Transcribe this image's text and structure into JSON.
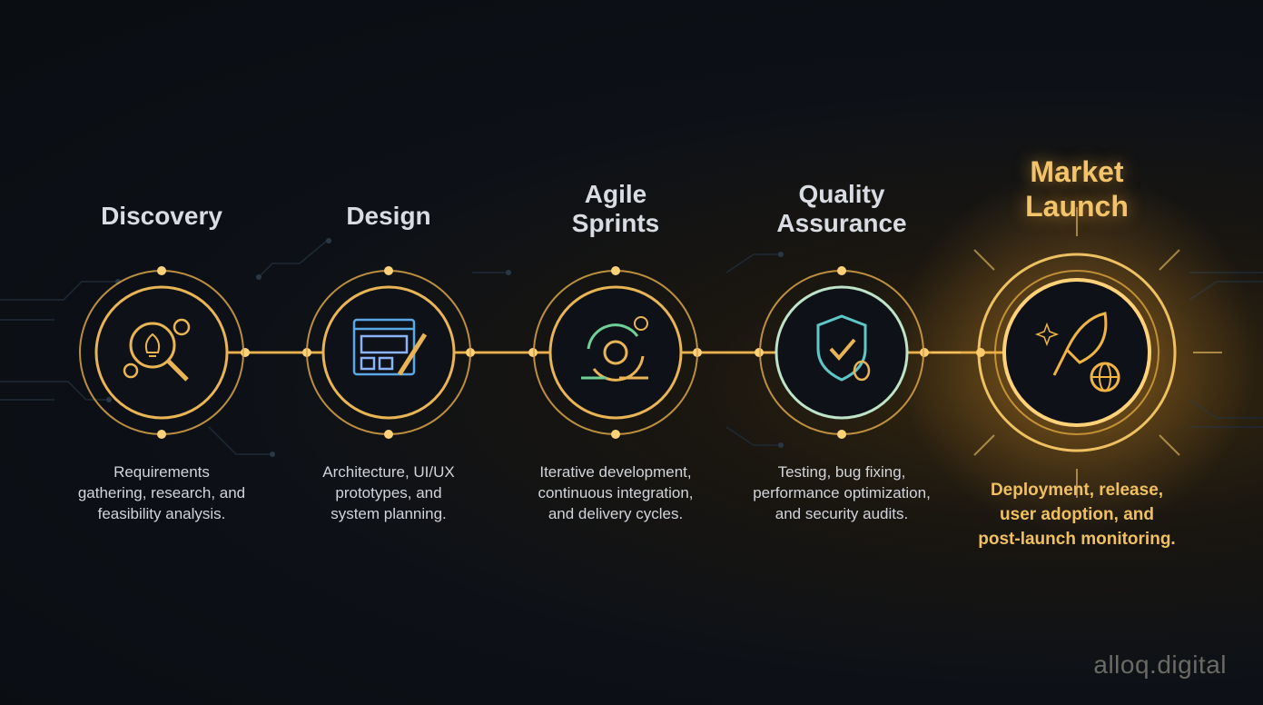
{
  "stages": [
    {
      "title": "Discovery",
      "icon": "lightbulb-magnifier-gear-icon",
      "description": "Requirements\ngathering, research, and\nfeasibility analysis."
    },
    {
      "title": "Design",
      "icon": "wireframe-pencil-icon",
      "description": "Architecture, UI/UX\nprototypes, and\nsystem planning."
    },
    {
      "title": "Agile\nSprints",
      "icon": "cycle-gears-icon",
      "description": "Iterative development,\ncontinuous integration,\nand delivery cycles."
    },
    {
      "title": "Quality\nAssurance",
      "icon": "shield-check-bug-icon",
      "description": "Testing, bug fixing,\nperformance optimization,\nand security audits."
    },
    {
      "title": "Market\nLaunch",
      "icon": "rocket-globe-icon",
      "description": "Deployment, release,\nuser adoption, and\npost-launch monitoring."
    }
  ],
  "watermark": "alloq.digital",
  "colors": {
    "gold": "#f0b445",
    "ring": "#d9a548",
    "background": "#0d1117",
    "highlight": "#f3c469"
  }
}
